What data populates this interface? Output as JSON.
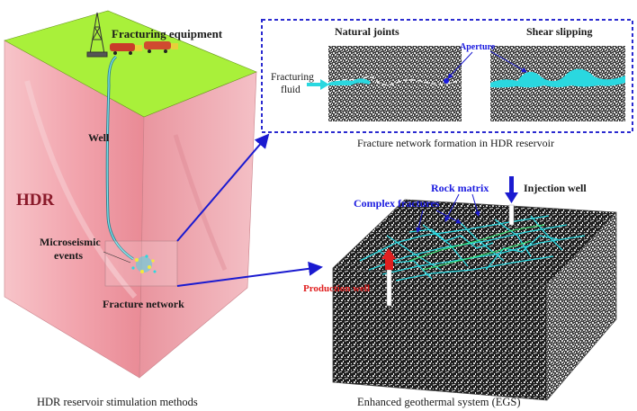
{
  "labels": {
    "fracturing_equipment": "Fracturing equipment",
    "well": "Well",
    "hdr": "HDR",
    "microseismic_line1": "Microseismic",
    "microseismic_line2": "events",
    "fracture_network": "Fracture network",
    "natural_joints": "Natural joints",
    "shear_slipping": "Shear slipping",
    "aperture": "Aperture",
    "fracturing_fluid_line1": "Fracturing",
    "fracturing_fluid_line2": "fluid",
    "fracture_network_formation": "Fracture network formation in HDR reservoir",
    "rock_matrix": "Rock matrix",
    "complex_fractures": "Complex fractures",
    "injection_well": "Injection well",
    "production_well": "Production well",
    "caption_left": "HDR reservoir stimulation methods",
    "caption_right": "Enhanced geothermal system (EGS)"
  },
  "colors": {
    "ground_green": "#a9f03a",
    "rock_pink": "#f0a9b1",
    "fracture_cyan": "#2ad8e0",
    "label_blue": "#1b1be0",
    "arrow_blue": "#1a1ad0",
    "production_red": "#e02020",
    "dashed_box": "#2a2ad0"
  },
  "icons": [
    "derrick-icon",
    "tanker-truck-icon",
    "injection-arrow-icon",
    "production-arrow-icon"
  ]
}
